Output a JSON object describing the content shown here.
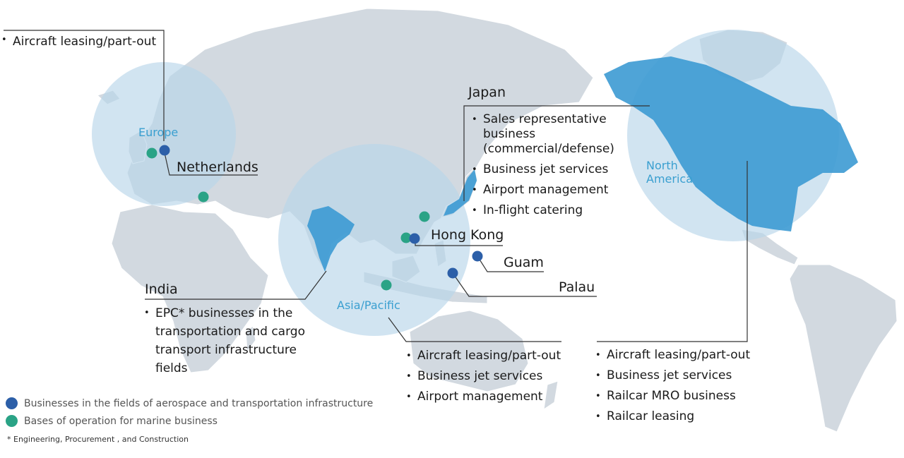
{
  "colors": {
    "land": "#d2d9e0",
    "highlight": "#3c9ad3",
    "circle": "#b9d5ea",
    "aerospace_dot": "#2c5fa8",
    "marine_dot": "#2aa386",
    "line": "#333333",
    "region_text": "#3a9fd0"
  },
  "regions": {
    "europe": "Europe",
    "asia_pacific": "Asia/Pacific",
    "north_america": "North America"
  },
  "europe_top": {
    "items": [
      "Aircraft leasing/part-out"
    ]
  },
  "netherlands": {
    "title": "Netherlands"
  },
  "japan": {
    "title": "Japan",
    "items": [
      "Sales representative business (commercial/defense)",
      "Business jet services",
      "Airport management",
      "In-flight catering"
    ]
  },
  "hong_kong": {
    "title": "Hong Kong"
  },
  "guam": {
    "title": "Guam"
  },
  "palau": {
    "title": "Palau"
  },
  "india": {
    "title": "India",
    "items": [
      "EPC*  businesses in the transportation and cargo transport infrastructure fields"
    ]
  },
  "asia_pacific_items": [
    "Aircraft leasing/part-out",
    "Business jet services",
    "Airport management"
  ],
  "north_america_items": [
    "Aircraft leasing/part-out",
    "Business jet services",
    "Railcar MRO business",
    "Railcar leasing"
  ],
  "legend": [
    {
      "label": "Businesses in the fields of aerospace and transportation infrastructure",
      "color": "#2c5fa8"
    },
    {
      "label": "Bases of operation for marine business",
      "color": "#2aa386"
    }
  ],
  "footnote": "* Engineering, Procurement , and Construction"
}
